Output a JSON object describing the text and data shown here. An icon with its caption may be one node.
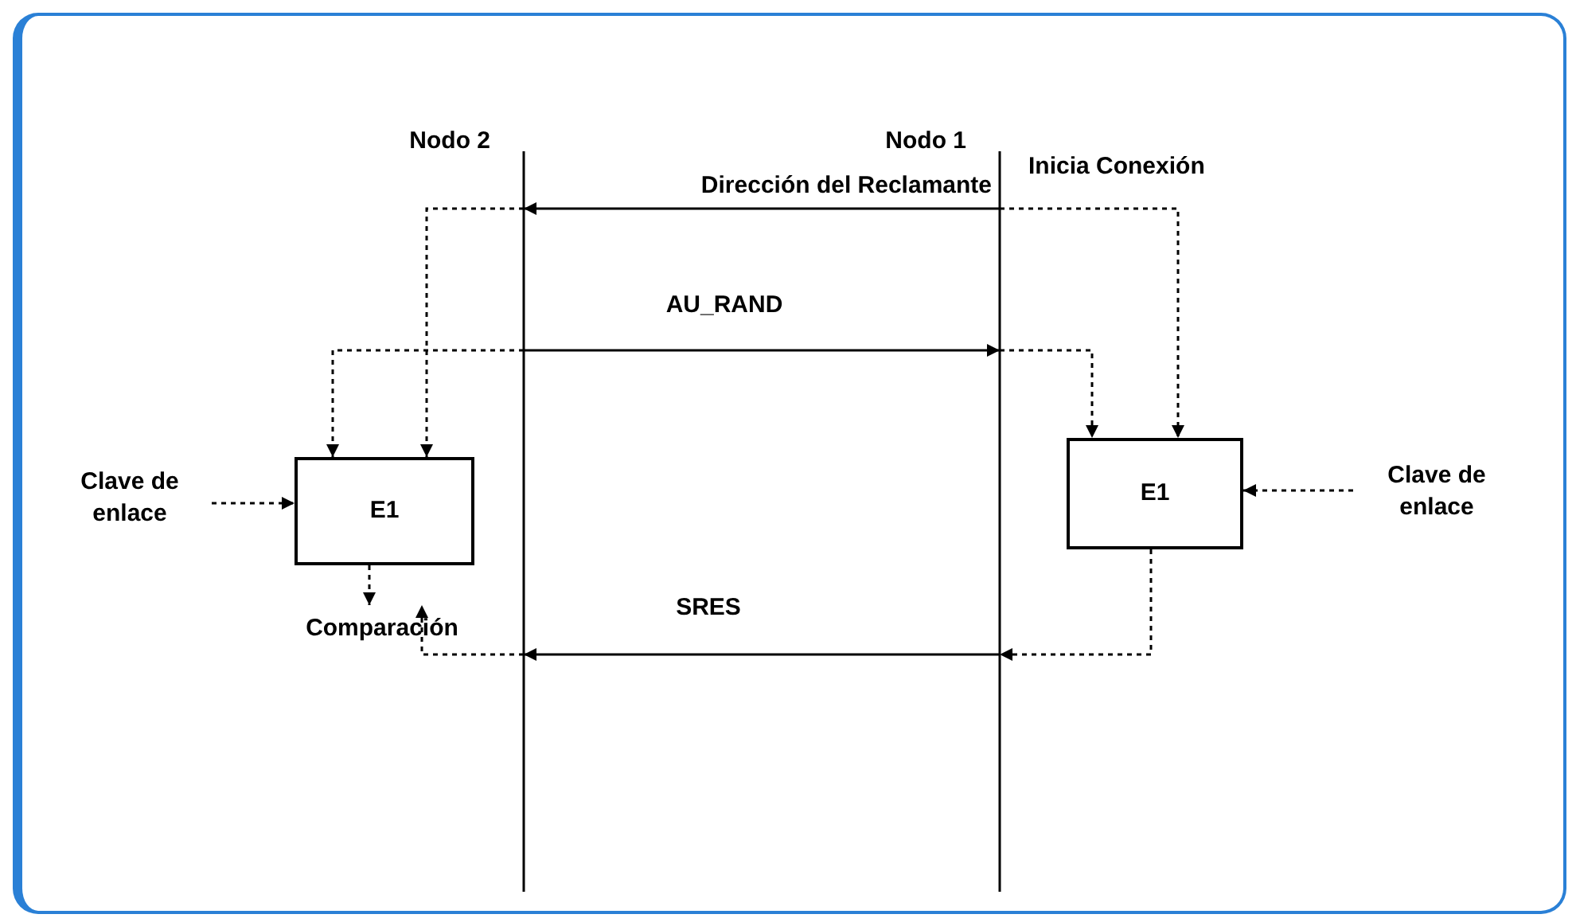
{
  "diagram": {
    "nodes": [
      {
        "text": [
          "Nodo 2"
        ]
      },
      {
        "text": [
          "Nodo 1"
        ]
      },
      {
        "text": [
          "E1"
        ]
      },
      {
        "text": [
          "E1"
        ]
      },
      {
        "text": [
          "Clave de enlace"
        ]
      },
      {
        "text": [
          "Clave de enlace"
        ]
      },
      {
        "text": [
          "Comparación"
        ]
      }
    ],
    "edges": [
      {
        "from": 1,
        "to": 0,
        "arrow": "to",
        "label": "Dirección del Reclamante"
      },
      {
        "from": 0,
        "to": 1,
        "arrow": "to",
        "label": "AU_RAND"
      },
      {
        "from": 1,
        "to": 0,
        "arrow": "to",
        "label": "SRES"
      },
      {
        "from": 0,
        "to": 2,
        "arrow": "to",
        "style": "dashed"
      },
      {
        "from": 0,
        "to": 2,
        "arrow": "to",
        "style": "dashed"
      },
      {
        "from": 1,
        "to": 3,
        "arrow": "to",
        "style": "dashed"
      },
      {
        "from": 1,
        "to": 3,
        "arrow": "to",
        "style": "dashed"
      },
      {
        "from": 4,
        "to": 2,
        "arrow": "to",
        "style": "dashed"
      },
      {
        "from": 5,
        "to": 3,
        "arrow": "to",
        "style": "dashed"
      },
      {
        "from": 3,
        "to": 1,
        "arrow": "to",
        "style": "dashed"
      },
      {
        "from": 2,
        "to": 6,
        "arrow": "to",
        "style": "dashed"
      },
      {
        "from": 0,
        "to": 6,
        "arrow": "to",
        "style": "dashed"
      }
    ],
    "labels": [
      "Inicia Conexión"
    ]
  }
}
